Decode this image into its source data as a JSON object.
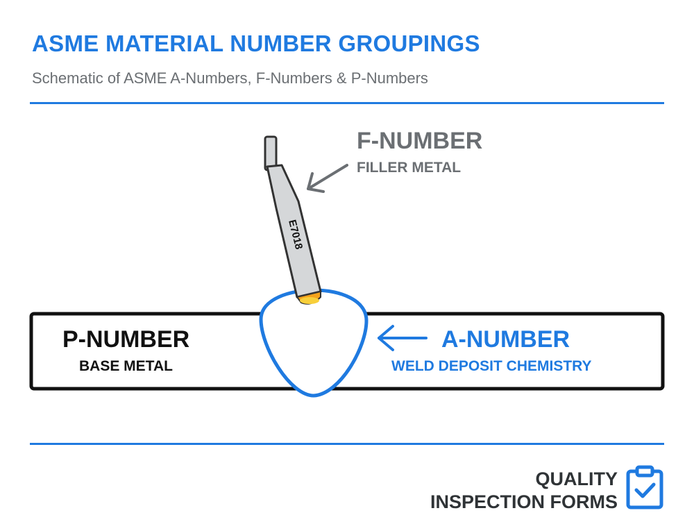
{
  "header": {
    "title": "ASME MATERIAL NUMBER GROUPINGS",
    "subtitle": "Schematic of ASME A-Numbers, F-Numbers & P-Numbers"
  },
  "diagram": {
    "electrode_label": "E7018",
    "f_number": {
      "title": "F-NUMBER",
      "subtitle": "FILLER METAL"
    },
    "p_number": {
      "title": "P-NUMBER",
      "subtitle": "BASE METAL"
    },
    "a_number": {
      "title": "A-NUMBER",
      "subtitle": "WELD DEPOSIT CHEMISTRY"
    }
  },
  "footer": {
    "brand_line1": "QUALITY",
    "brand_line2": "INSPECTION FORMS",
    "icon": "clipboard-check-icon"
  },
  "colors": {
    "accent": "#1f7ae0",
    "gray": "#6b6f73",
    "dark": "#111111",
    "electrode_fill": "#d5d7d9",
    "arc_glow": "#f4a21b"
  }
}
